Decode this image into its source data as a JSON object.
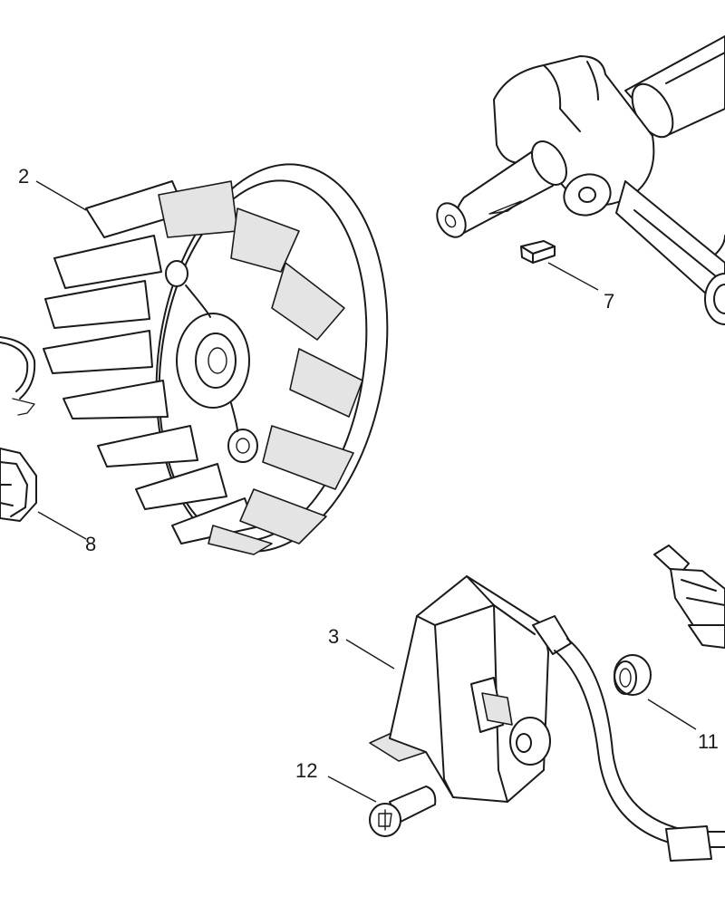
{
  "callouts": [
    {
      "id": "2",
      "label": "2"
    },
    {
      "id": "7",
      "label": "7"
    },
    {
      "id": "8",
      "label": "8"
    },
    {
      "id": "3",
      "label": "3"
    },
    {
      "id": "12",
      "label": "12"
    },
    {
      "id": "11",
      "label": "11"
    }
  ],
  "parts": {
    "flywheel": "flywheel",
    "crankshaft": "crankshaft-with-connecting-rod",
    "key": "woodruff-key",
    "nut": "flywheel-nut",
    "clip": "retaining-clip",
    "ignition_coil": "ignition-coil",
    "screw": "torx-screw",
    "grommet": "grommet",
    "spark_plug": "spark-plug"
  },
  "colors": {
    "line": "#1a1a1a",
    "background": "#ffffff",
    "shade": "#e4e4e4"
  }
}
